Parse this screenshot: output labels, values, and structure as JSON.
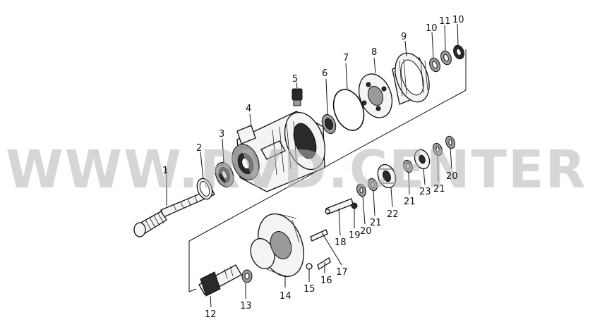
{
  "watermark": "WWW.RVD.CENTER",
  "labels": {
    "p1": "1",
    "p2": "2",
    "p3": "3",
    "p4": "4",
    "p5": "5",
    "p6": "6",
    "p7": "7",
    "p8": "8",
    "p9": "9",
    "p10a": "10",
    "p11": "11",
    "p10b": "10",
    "p12": "12",
    "p13": "13",
    "p14": "14",
    "p15": "15",
    "p16": "16",
    "p17": "17",
    "p18": "18",
    "p19": "19",
    "p20a": "20",
    "p21a": "21",
    "p22": "22",
    "p21b": "21",
    "p23": "23",
    "p21c": "21",
    "p20b": "20"
  }
}
